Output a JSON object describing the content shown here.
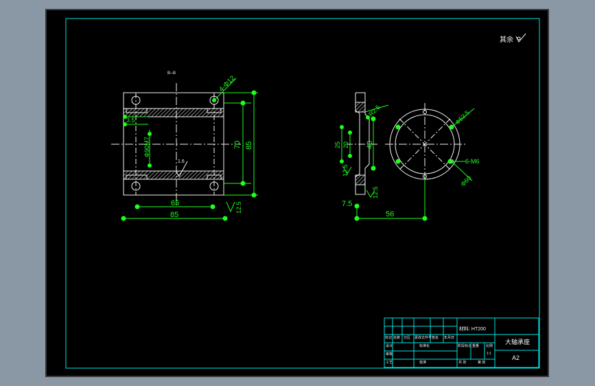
{
  "colors": {
    "frame": "#00e5e5",
    "geometry": "#f5f5f5",
    "dimension": "#1eff1e",
    "hatch": "#d8d8d8",
    "background": "#000000",
    "outside": "#8a97a5"
  },
  "surface_note": "其余",
  "left_view": {
    "section_label": "B--B",
    "holes_callout": "4-Φ12",
    "bore_callout": "Φ90M7",
    "roughness": "1.6",
    "dim_3_5": "3.5",
    "dim_65": "65",
    "dim_85_bottom": "85",
    "dim_70": "70",
    "dim_85_right": "85",
    "roughness_right": "12.5"
  },
  "right_view": {
    "dim_r2_5": "R2.5",
    "dim_25": "25",
    "dim_20": "20",
    "dim_12_5": "12.5",
    "dim_40": "40",
    "dim_7_5": "7.5",
    "dim_56": "56",
    "roughness_left": "12.5",
    "roughness_bottom": "12.5",
    "circle_diameter": "Φ52.5",
    "thread_callout": "6-M6",
    "outer_diameter": "Φ60"
  },
  "title_block": {
    "material": "材料: HT200",
    "part_name": "大轴承座",
    "sheet_size": "A2",
    "col_labels": [
      "标记",
      "处数",
      "分区",
      "更改文件号",
      "签名",
      "年月日"
    ],
    "row_labels": [
      "设计",
      "审核",
      "工艺"
    ],
    "mid_labels": [
      "标准化",
      "批准"
    ],
    "stage_labels": [
      "阶段标记",
      "重量",
      "比例"
    ],
    "scale": "1:1",
    "sheet_count": "共 张",
    "sheet_index": "第 张"
  }
}
